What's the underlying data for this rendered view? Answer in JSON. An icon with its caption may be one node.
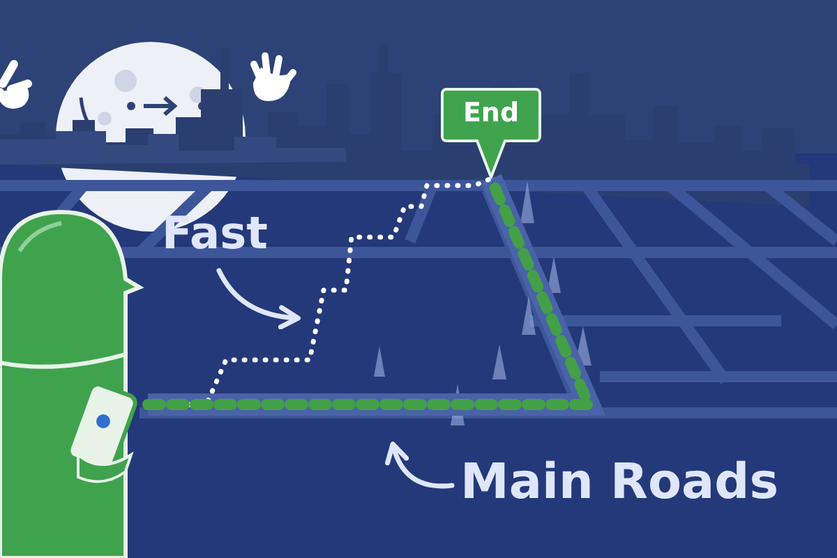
{
  "diagram": {
    "nodes": [
      {
        "text": [
          "End"
        ]
      },
      {
        "text": [
          "Fast"
        ]
      },
      {
        "text": [
          "Main Roads"
        ]
      },
      {
        "text": [],
        "shape": "person"
      }
    ],
    "edges": [
      {
        "from": 3,
        "to": 0,
        "arrow": "none",
        "style": "dashed",
        "color": "#ffffff"
      },
      {
        "from": 3,
        "to": 0,
        "arrow": "none",
        "style": "dashed",
        "color": "#43a047"
      },
      {
        "from": 1,
        "to": null,
        "arrow": "to"
      },
      {
        "from": 2,
        "to": null,
        "arrow": "to"
      }
    ]
  }
}
